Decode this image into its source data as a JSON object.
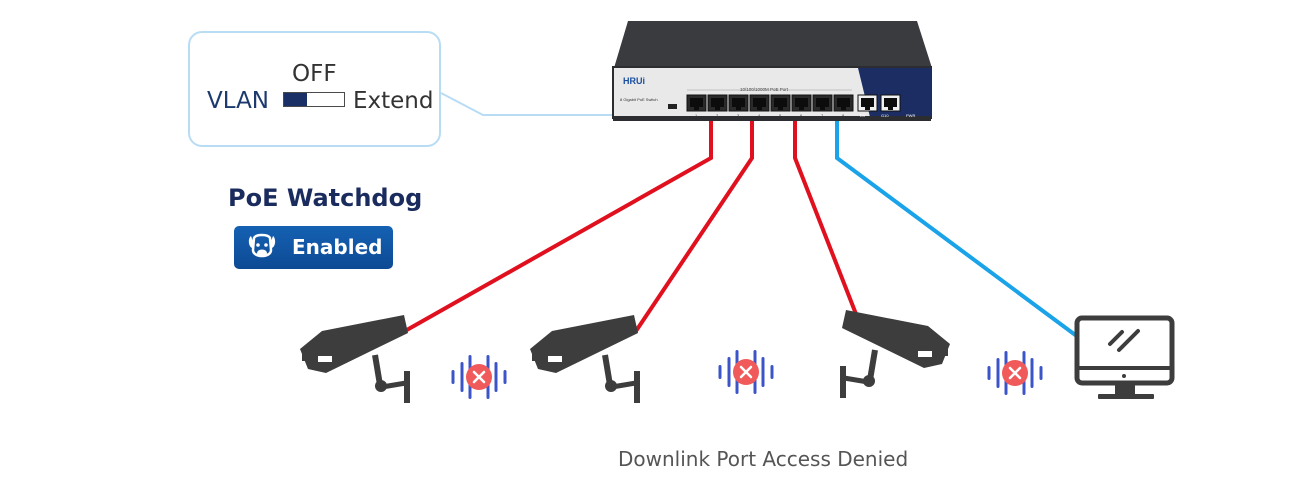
{
  "switch": {
    "brand": "HRUi",
    "model_text": "8 Gigabit PoE Switch",
    "panel_text": "10/100/1000M PoE Port",
    "port_labels": [
      "1",
      "2",
      "3",
      "4",
      "5",
      "6",
      "7",
      "8",
      "9",
      "10"
    ],
    "extra_labels": [
      "D9",
      "G10",
      "PWR"
    ]
  },
  "vlan": {
    "state_label": "OFF",
    "left_label": "VLAN",
    "right_label": "Extend"
  },
  "watchdog": {
    "title": "PoE Watchdog",
    "badge_text": "Enabled"
  },
  "caption": "Downlink Port Access Denied",
  "colors": {
    "poe_link": "#e0101e",
    "data_link": "#1aa3e8",
    "denied": "#f05a5a",
    "badge": "#0f54a3",
    "device": "#3d3d3d"
  },
  "icons": [
    "camera-icon",
    "camera-icon",
    "camera-icon",
    "monitor-icon",
    "access-denied-icon",
    "access-denied-icon",
    "access-denied-icon",
    "watchdog-icon"
  ]
}
